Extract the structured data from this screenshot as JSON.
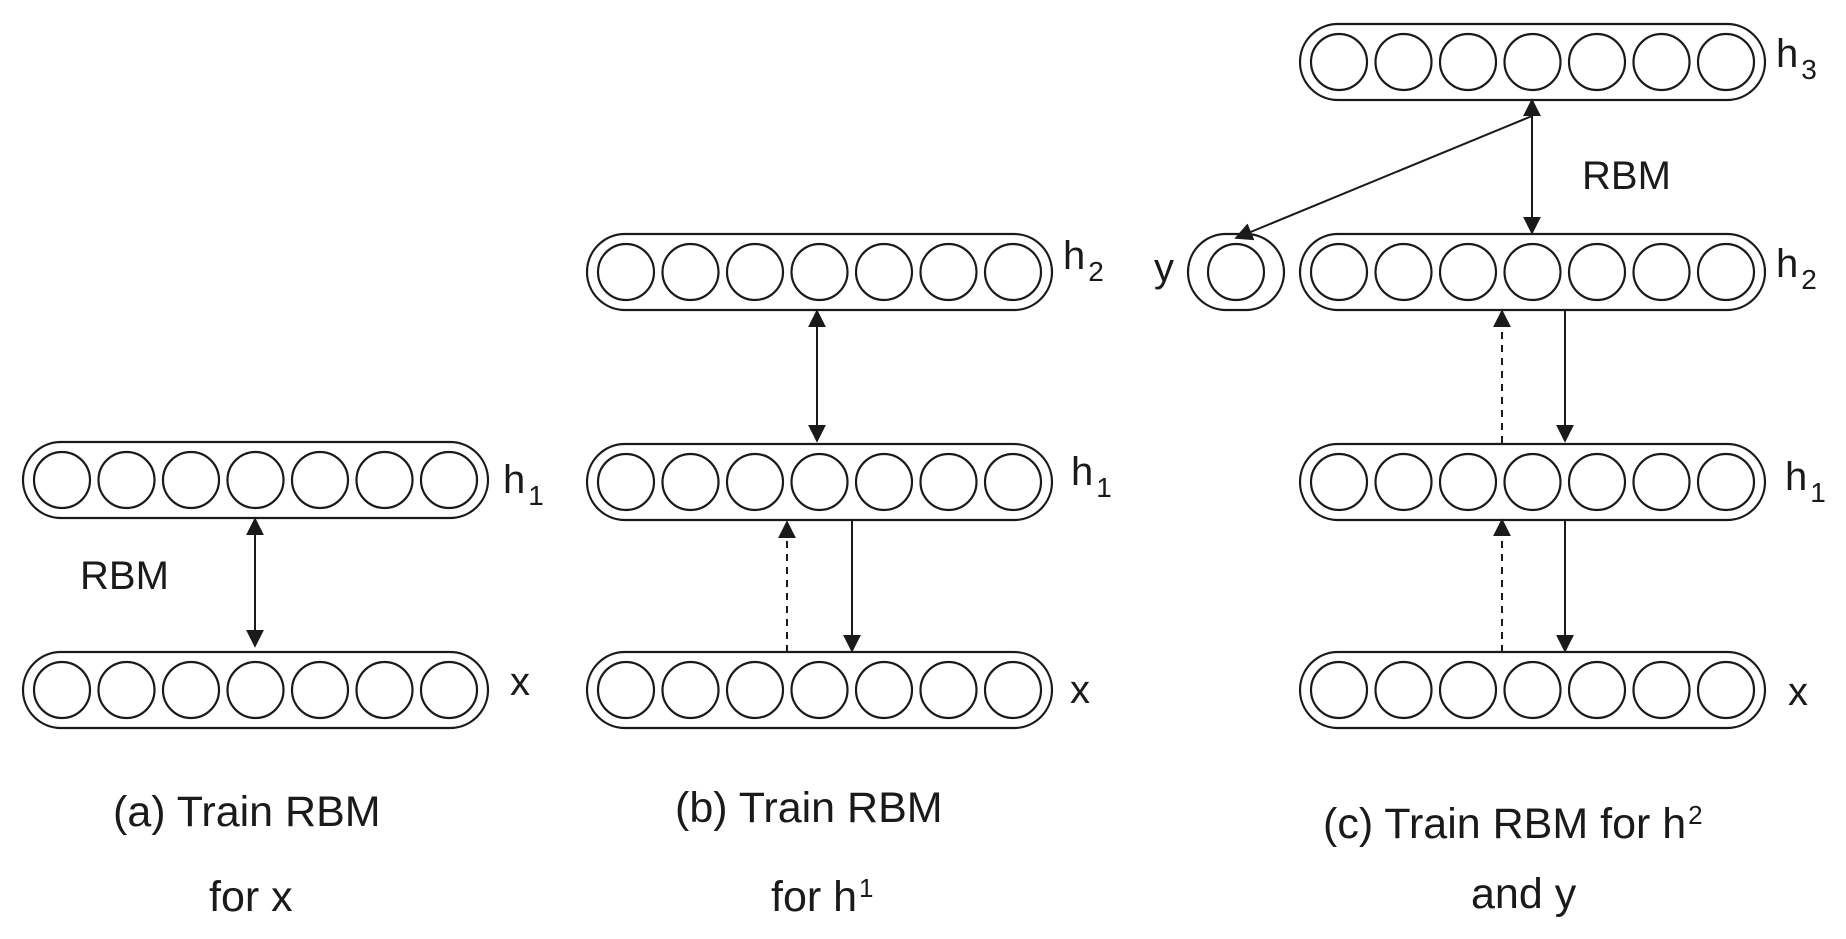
{
  "panels": {
    "a": {
      "layer_labels": {
        "h1_base": "h",
        "h1_sub": "1",
        "x": "x"
      },
      "rbm_label": "RBM",
      "caption_line1": "(a) Train RBM",
      "caption_line2": "for x"
    },
    "b": {
      "layer_labels": {
        "h2_base": "h",
        "h2_sub": "2",
        "h1_base": "h",
        "h1_sub": "1",
        "x": "x"
      },
      "caption_line1": "(b) Train RBM",
      "caption_line2_base": "for h",
      "caption_line2_sup": "1"
    },
    "c": {
      "layer_labels": {
        "h3_base": "h",
        "h3_sub": "3",
        "h2_base": "h",
        "h2_sub": "2",
        "h1_base": "h",
        "h1_sub": "1",
        "x": "x",
        "y": "y"
      },
      "rbm_label": "RBM",
      "caption_line1_base": "(c) Train RBM for h",
      "caption_line1_sup": "2",
      "caption_line2": "and y"
    }
  },
  "units_per_layer": 7,
  "colors": {
    "stroke": "#1a1a1a",
    "background": "#ffffff"
  }
}
